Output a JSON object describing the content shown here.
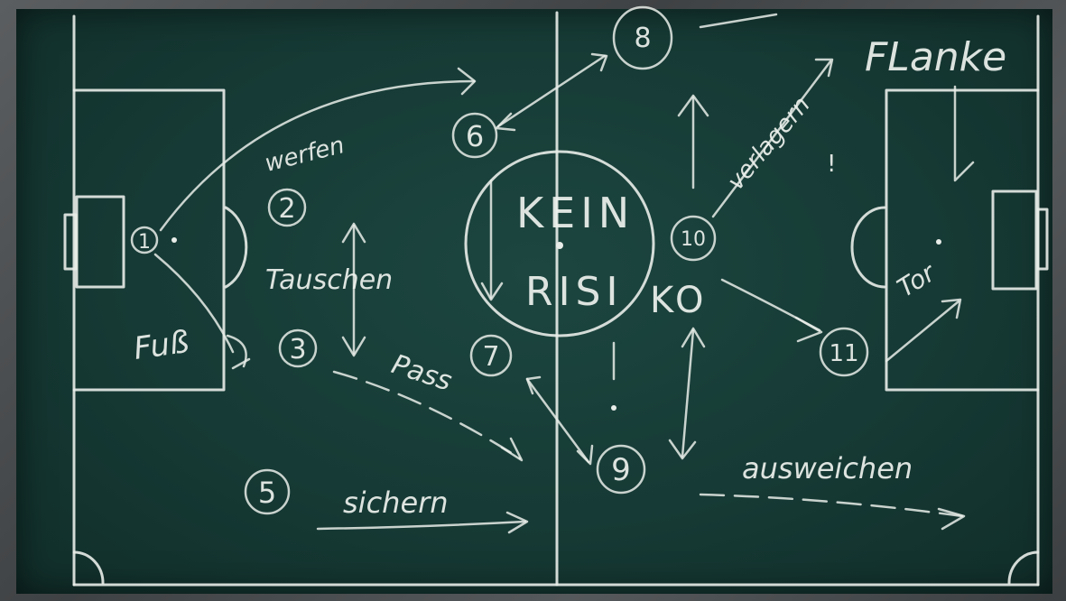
{
  "players": [
    "1",
    "2",
    "3",
    "5",
    "6",
    "7",
    "8",
    "9",
    "10",
    "11"
  ],
  "words": {
    "werfen": "werfen",
    "tauschen": "Tauschen",
    "fuss": "Fuß",
    "pass": "Pass",
    "sichern": "sichern",
    "kein": "KEIN",
    "risiko_left": "RISI",
    "risiko_right": "KO",
    "verlagern": "verlagern",
    "flanke": "FLanke",
    "tor": "Tor",
    "ausweichen": "ausweichen",
    "exclamation": "!"
  }
}
